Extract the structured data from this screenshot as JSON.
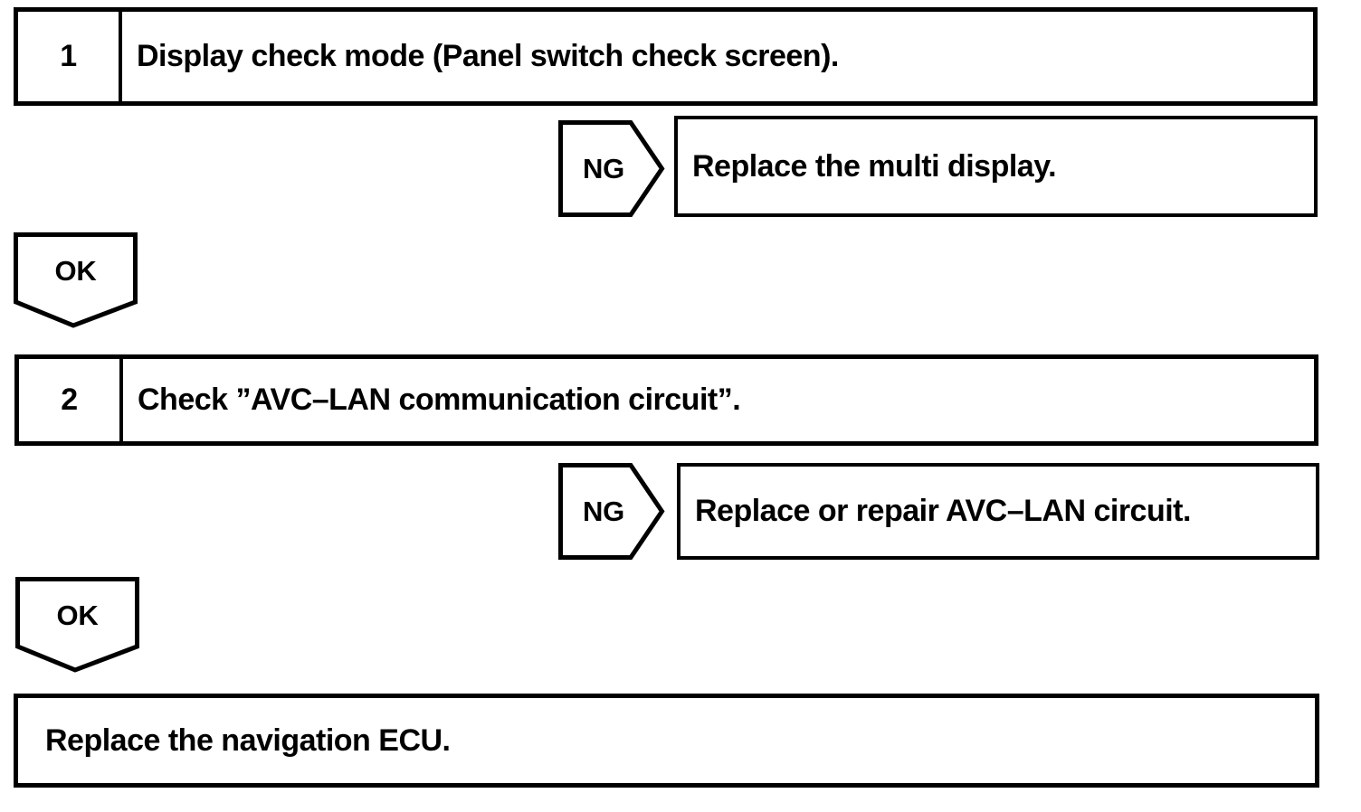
{
  "page": {
    "background_color": "#ffffff",
    "line_color": "#000000"
  },
  "flowchart": {
    "steps": [
      {
        "number": "1",
        "instruction": "Display check mode (Panel switch check screen).",
        "ng": {
          "label": "NG",
          "action": "Replace the multi display."
        },
        "ok": {
          "label": "OK"
        }
      },
      {
        "number": "2",
        "instruction": "Check ”AVC–LAN communication circuit”.",
        "ng": {
          "label": "NG",
          "action": "Replace or repair AVC–LAN circuit."
        },
        "ok": {
          "label": "OK"
        }
      }
    ],
    "terminal": {
      "action": "Replace the navigation ECU."
    }
  }
}
